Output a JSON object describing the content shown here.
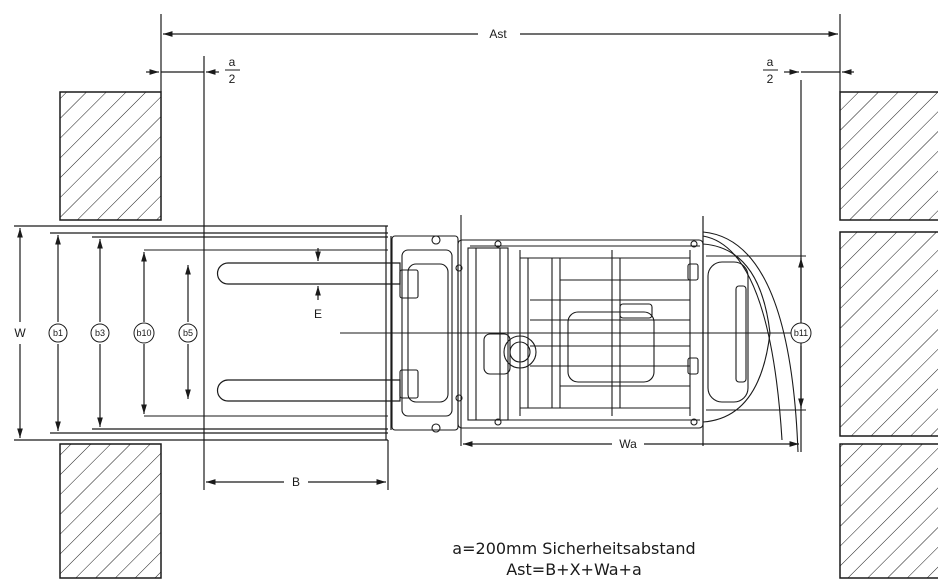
{
  "dimensions": {
    "ast": "Ast",
    "a_half_left": {
      "numerator": "a",
      "denominator": "2"
    },
    "a_half_right": {
      "numerator": "a",
      "denominator": "2"
    },
    "w": "W",
    "b1": "b1",
    "b3": "b3",
    "b10": "b10",
    "b5": "b5",
    "e": "E",
    "b": "B",
    "wa": "Wa",
    "b11": "b11"
  },
  "notes": {
    "line1": "a=200mm Sicherheitsabstand",
    "line2": "Ast=B+X+Wa+a"
  },
  "colors": {
    "line": "#1a1a1a",
    "background": "#ffffff"
  }
}
